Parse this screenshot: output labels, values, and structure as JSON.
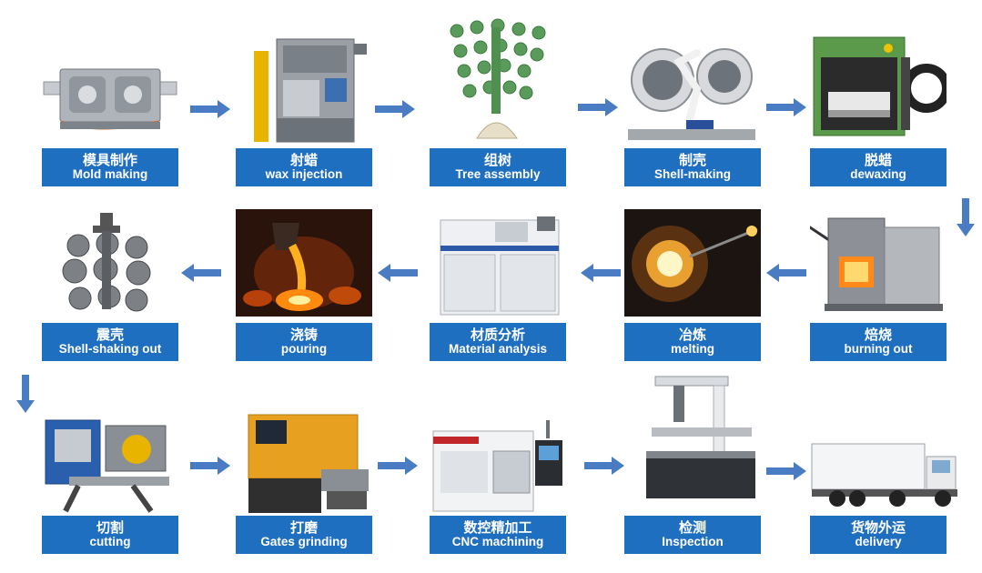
{
  "colors": {
    "label_bg": "#1f6fc1",
    "label_text": "#ffffff",
    "arrow": "#4a7cc4"
  },
  "steps": [
    {
      "zh": "模具制作",
      "en": "Mold making",
      "icon": "mold-icon"
    },
    {
      "zh": "射蜡",
      "en": "wax injection",
      "icon": "wax-injection-machine-icon"
    },
    {
      "zh": "组树",
      "en": "Tree assembly",
      "icon": "wax-tree-icon"
    },
    {
      "zh": "制壳",
      "en": "Shell-making",
      "icon": "shell-robot-icon"
    },
    {
      "zh": "脱蜡",
      "en": "dewaxing",
      "icon": "autoclave-icon"
    },
    {
      "zh": "焙烧",
      "en": "burning out",
      "icon": "furnace-icon"
    },
    {
      "zh": "冶炼",
      "en": "melting",
      "icon": "molten-metal-icon"
    },
    {
      "zh": "材质分析",
      "en": "Material analysis",
      "icon": "spectrometer-icon"
    },
    {
      "zh": "浇铸",
      "en": "pouring",
      "icon": "pouring-icon"
    },
    {
      "zh": "震壳",
      "en": "Shell-shaking out",
      "icon": "casting-cluster-icon"
    },
    {
      "zh": "切割",
      "en": "cutting",
      "icon": "cutting-machine-icon"
    },
    {
      "zh": "打磨",
      "en": "Gates grinding",
      "icon": "grinding-machine-icon"
    },
    {
      "zh": "数控精加工",
      "en": "CNC machining",
      "icon": "cnc-machine-icon"
    },
    {
      "zh": "检测",
      "en": "Inspection",
      "icon": "cmm-icon"
    },
    {
      "zh": "货物外运",
      "en": "delivery",
      "icon": "truck-icon"
    }
  ]
}
